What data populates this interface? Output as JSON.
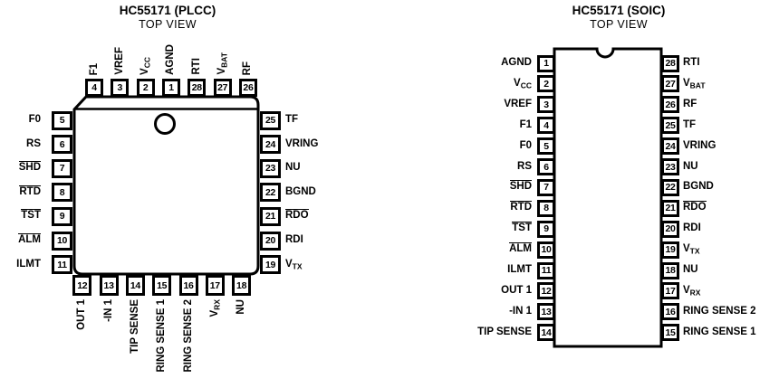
{
  "figure": {
    "colors": {
      "line": "#000000",
      "background": "#ffffff"
    },
    "plcc": {
      "title": "HC55171 (PLCC)",
      "subtitle": "TOP VIEW",
      "top_pins": [
        {
          "num": "4",
          "label": "F1"
        },
        {
          "num": "3",
          "label": "VREF"
        },
        {
          "num": "2",
          "label": "V",
          "sub": "CC"
        },
        {
          "num": "1",
          "label": "AGND"
        },
        {
          "num": "28",
          "label": "RTI"
        },
        {
          "num": "27",
          "label": "V",
          "sub": "BAT"
        },
        {
          "num": "26",
          "label": "RF"
        }
      ],
      "left_pins": [
        {
          "num": "5",
          "label": "F0"
        },
        {
          "num": "6",
          "label": "RS"
        },
        {
          "num": "7",
          "label": "SHD",
          "overline": true
        },
        {
          "num": "8",
          "label": "RTD",
          "overline": true
        },
        {
          "num": "9",
          "label": "TST",
          "overline": true
        },
        {
          "num": "10",
          "label": "ALM",
          "overline": true
        },
        {
          "num": "11",
          "label": "ILMT"
        }
      ],
      "right_pins": [
        {
          "num": "25",
          "label": "TF"
        },
        {
          "num": "24",
          "label": "VRING"
        },
        {
          "num": "23",
          "label": "NU"
        },
        {
          "num": "22",
          "label": "BGND"
        },
        {
          "num": "21",
          "label": "RDO",
          "overline": true
        },
        {
          "num": "20",
          "label": "RDI"
        },
        {
          "num": "19",
          "label": "V",
          "sub": "TX"
        }
      ],
      "bottom_pins": [
        {
          "num": "12",
          "label": "OUT 1"
        },
        {
          "num": "13",
          "label": "-IN 1"
        },
        {
          "num": "14",
          "label": "TIP SENSE"
        },
        {
          "num": "15",
          "label": "RING SENSE 1"
        },
        {
          "num": "16",
          "label": "RING SENSE 2"
        },
        {
          "num": "17",
          "label": "V",
          "sub": "RX"
        },
        {
          "num": "18",
          "label": "NU"
        }
      ]
    },
    "soic": {
      "title": "HC55171 (SOIC)",
      "subtitle": "TOP VIEW",
      "left_pins": [
        {
          "num": "1",
          "label": "AGND"
        },
        {
          "num": "2",
          "label": "V",
          "sub": "CC"
        },
        {
          "num": "3",
          "label": "VREF"
        },
        {
          "num": "4",
          "label": "F1"
        },
        {
          "num": "5",
          "label": "F0"
        },
        {
          "num": "6",
          "label": "RS"
        },
        {
          "num": "7",
          "label": "SHD",
          "overline": true
        },
        {
          "num": "8",
          "label": "RTD",
          "overline": true
        },
        {
          "num": "9",
          "label": "TST",
          "overline": true
        },
        {
          "num": "10",
          "label": "ALM",
          "overline": true
        },
        {
          "num": "11",
          "label": "ILMT"
        },
        {
          "num": "12",
          "label": "OUT 1"
        },
        {
          "num": "13",
          "label": "-IN 1"
        },
        {
          "num": "14",
          "label": "TIP SENSE"
        }
      ],
      "right_pins": [
        {
          "num": "28",
          "label": "RTI"
        },
        {
          "num": "27",
          "label": "V",
          "sub": "BAT"
        },
        {
          "num": "26",
          "label": "RF"
        },
        {
          "num": "25",
          "label": "TF"
        },
        {
          "num": "24",
          "label": "VRING"
        },
        {
          "num": "23",
          "label": "NU"
        },
        {
          "num": "22",
          "label": "BGND"
        },
        {
          "num": "21",
          "label": "RDO",
          "overline": true
        },
        {
          "num": "20",
          "label": "RDI"
        },
        {
          "num": "19",
          "label": "V",
          "sub": "TX"
        },
        {
          "num": "18",
          "label": "NU"
        },
        {
          "num": "17",
          "label": "V",
          "sub": "RX"
        },
        {
          "num": "16",
          "label": "RING SENSE 2"
        },
        {
          "num": "15",
          "label": "RING SENSE 1"
        }
      ]
    }
  }
}
